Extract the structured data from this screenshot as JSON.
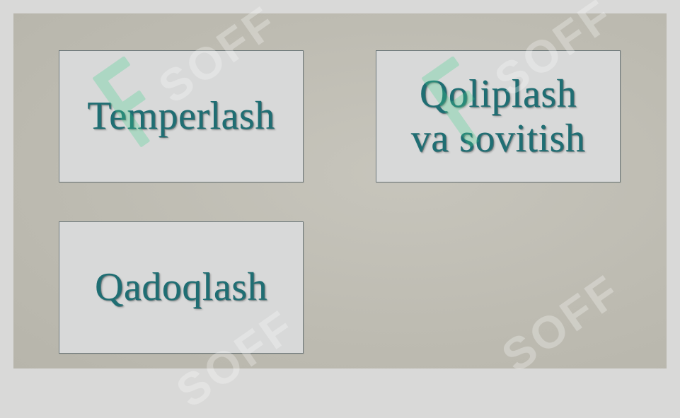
{
  "slide": {
    "cards": [
      {
        "label": "Temperlash"
      },
      {
        "label": "Qoliplash\nva sovitish"
      },
      {
        "label": "Qadoqlash"
      }
    ]
  },
  "watermark": {
    "brand": "SOFF",
    "color": "#3fd58b"
  },
  "colors": {
    "card_text": "#1f6e73",
    "card_bg": "#d8d9d9",
    "slide_bg": "#bdbbb1",
    "page_bg": "#d9d9d8"
  }
}
